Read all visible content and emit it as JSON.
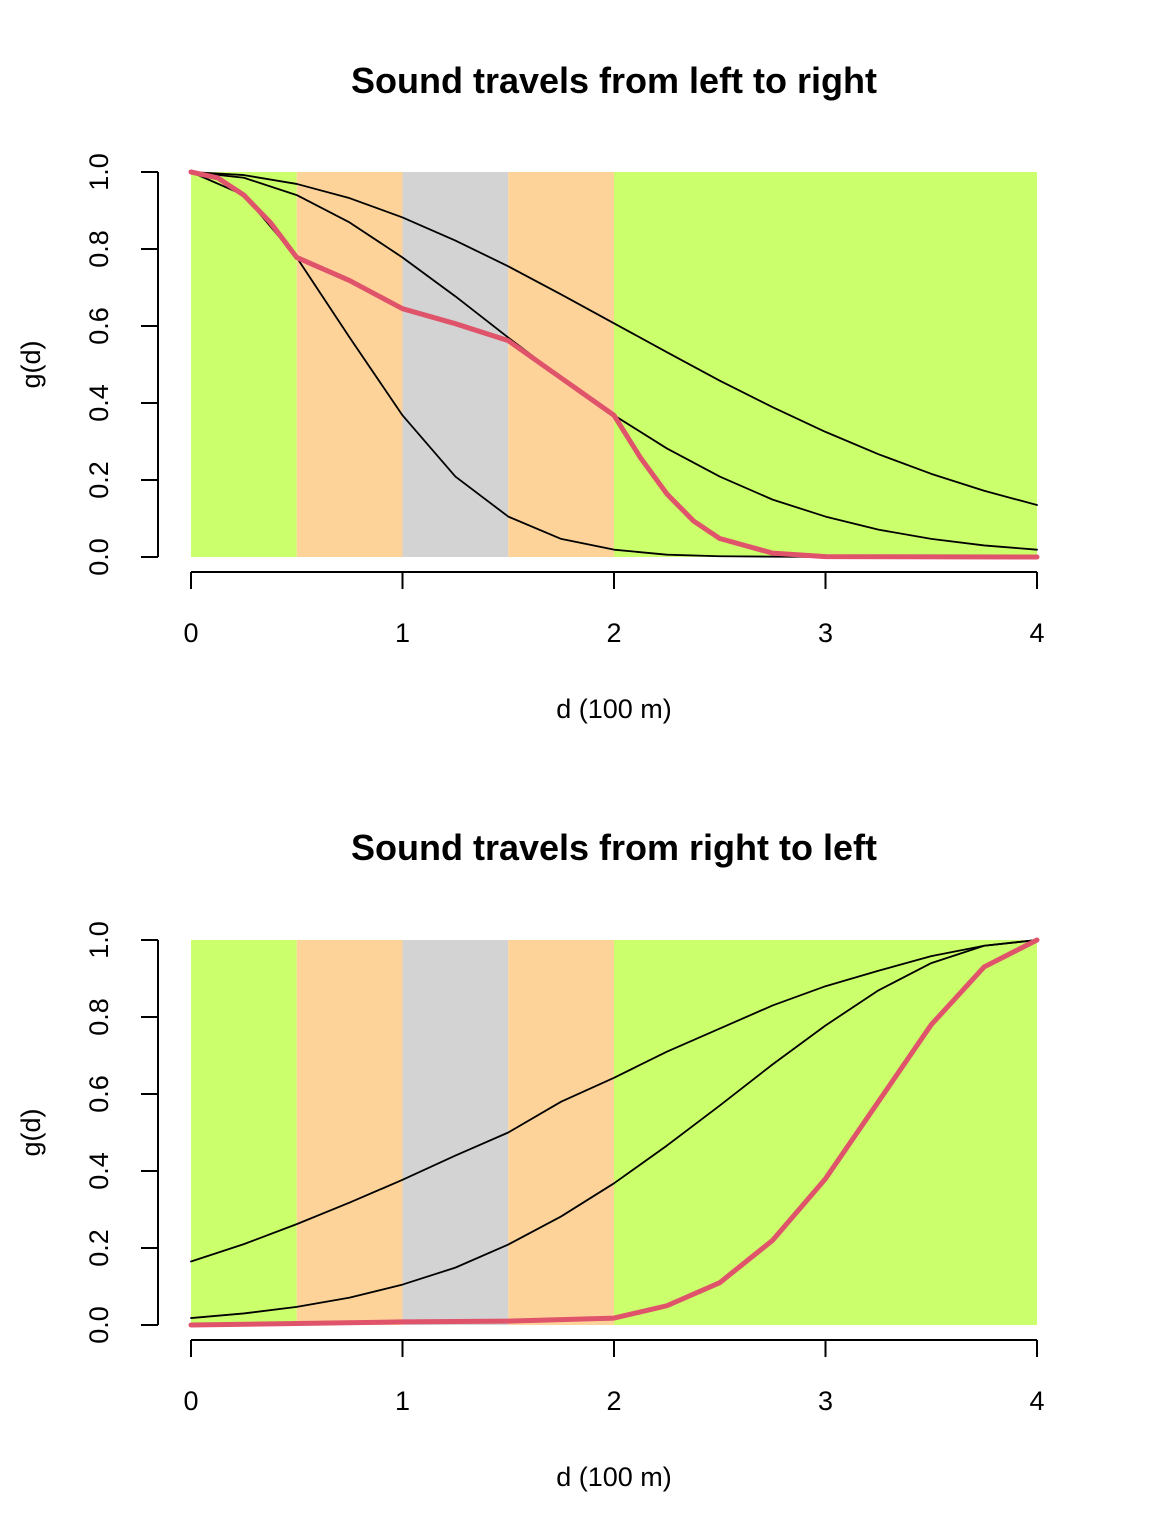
{
  "chart_data": [
    {
      "type": "line",
      "title": "Sound travels from left to right",
      "xlabel": "d (100 m)",
      "ylabel": "g(d)",
      "xlim": [
        0,
        4
      ],
      "ylim": [
        0,
        1
      ],
      "xticks": [
        "0",
        "1",
        "2",
        "3",
        "4"
      ],
      "yticks": [
        "0.0",
        "0.2",
        "0.4",
        "0.6",
        "0.8",
        "1.0"
      ],
      "grid": false,
      "legend": "none",
      "bands": [
        {
          "from": 0,
          "to": 0.5,
          "color": "#CCFF6C"
        },
        {
          "from": 0.5,
          "to": 1,
          "color": "#FDD39A"
        },
        {
          "from": 1,
          "to": 1.5,
          "color": "#D3D3D3"
        },
        {
          "from": 1.5,
          "to": 2,
          "color": "#FDD39A"
        },
        {
          "from": 2,
          "to": 4,
          "color": "#CCFF6C"
        }
      ],
      "series": [
        {
          "color": "#000000",
          "highlight": false,
          "points": [
            [
              0,
              1
            ],
            [
              0.25,
              0.985
            ],
            [
              0.5,
              0.94
            ],
            [
              0.75,
              0.869
            ],
            [
              1,
              0.778
            ],
            [
              1.25,
              0.677
            ],
            [
              1.5,
              0.57
            ],
            [
              1.75,
              0.466
            ],
            [
              2,
              0.368
            ],
            [
              2.25,
              0.282
            ],
            [
              2.5,
              0.209
            ],
            [
              2.75,
              0.149
            ],
            [
              3,
              0.105
            ],
            [
              3.25,
              0.071
            ],
            [
              3.5,
              0.047
            ],
            [
              3.75,
              0.03
            ],
            [
              4,
              0.019
            ]
          ]
        },
        {
          "color": "#000000",
          "highlight": false,
          "points": [
            [
              0,
              1
            ],
            [
              0.25,
              0.94
            ],
            [
              0.5,
              0.778
            ],
            [
              0.75,
              0.57
            ],
            [
              1,
              0.368
            ],
            [
              1.25,
              0.209
            ],
            [
              1.5,
              0.105
            ],
            [
              1.75,
              0.047
            ],
            [
              2,
              0.019
            ],
            [
              2.25,
              0.006
            ],
            [
              2.5,
              0.002
            ],
            [
              3,
              0.0
            ],
            [
              4,
              0.0
            ]
          ]
        },
        {
          "color": "#000000",
          "highlight": false,
          "points": [
            [
              0,
              1
            ],
            [
              0.25,
              0.992
            ],
            [
              0.5,
              0.969
            ],
            [
              0.75,
              0.932
            ],
            [
              1,
              0.882
            ],
            [
              1.25,
              0.822
            ],
            [
              1.5,
              0.755
            ],
            [
              1.75,
              0.682
            ],
            [
              2,
              0.607
            ],
            [
              2.25,
              0.532
            ],
            [
              2.5,
              0.458
            ],
            [
              2.75,
              0.389
            ],
            [
              3,
              0.325
            ],
            [
              3.25,
              0.267
            ],
            [
              3.5,
              0.216
            ],
            [
              3.75,
              0.172
            ],
            [
              4,
              0.135
            ]
          ]
        },
        {
          "color": "#DF536B",
          "highlight": true,
          "points": [
            [
              0,
              1
            ],
            [
              0.125,
              0.985
            ],
            [
              0.25,
              0.94
            ],
            [
              0.375,
              0.869
            ],
            [
              0.5,
              0.778
            ],
            [
              0.75,
              0.718
            ],
            [
              1,
              0.645
            ],
            [
              1.25,
              0.606
            ],
            [
              1.5,
              0.562
            ],
            [
              1.75,
              0.465
            ],
            [
              2,
              0.368
            ],
            [
              2.125,
              0.258
            ],
            [
              2.25,
              0.164
            ],
            [
              2.375,
              0.094
            ],
            [
              2.5,
              0.048
            ],
            [
              2.75,
              0.01
            ],
            [
              3,
              0.001
            ],
            [
              4,
              0.0
            ]
          ]
        }
      ]
    },
    {
      "type": "line",
      "title": "Sound travels from right to left",
      "xlabel": "d (100 m)",
      "ylabel": "g(d)",
      "xlim": [
        0,
        4
      ],
      "ylim": [
        0,
        1
      ],
      "xticks": [
        "0",
        "1",
        "2",
        "3",
        "4"
      ],
      "yticks": [
        "0.0",
        "0.2",
        "0.4",
        "0.6",
        "0.8",
        "1.0"
      ],
      "grid": false,
      "legend": "none",
      "bands": [
        {
          "from": 0,
          "to": 0.5,
          "color": "#CCFF6C"
        },
        {
          "from": 0.5,
          "to": 1,
          "color": "#FDD39A"
        },
        {
          "from": 1,
          "to": 1.5,
          "color": "#D3D3D3"
        },
        {
          "from": 1.5,
          "to": 2,
          "color": "#FDD39A"
        },
        {
          "from": 2,
          "to": 4,
          "color": "#CCFF6C"
        }
      ],
      "series": [
        {
          "color": "#000000",
          "highlight": false,
          "points": [
            [
              0,
              0.165
            ],
            [
              0.25,
              0.21
            ],
            [
              0.5,
              0.262
            ],
            [
              0.75,
              0.318
            ],
            [
              1,
              0.377
            ],
            [
              1.25,
              0.44
            ],
            [
              1.5,
              0.5
            ],
            [
              1.75,
              0.58
            ],
            [
              2,
              0.642
            ],
            [
              2.25,
              0.71
            ],
            [
              2.5,
              0.77
            ],
            [
              2.75,
              0.83
            ],
            [
              3,
              0.88
            ],
            [
              3.25,
              0.92
            ],
            [
              3.5,
              0.958
            ],
            [
              3.75,
              0.985
            ],
            [
              4,
              1
            ]
          ]
        },
        {
          "color": "#000000",
          "highlight": false,
          "points": [
            [
              0,
              0.018
            ],
            [
              0.25,
              0.03
            ],
            [
              0.5,
              0.047
            ],
            [
              0.75,
              0.071
            ],
            [
              1,
              0.105
            ],
            [
              1.25,
              0.149
            ],
            [
              1.5,
              0.209
            ],
            [
              1.75,
              0.282
            ],
            [
              2,
              0.368
            ],
            [
              2.25,
              0.466
            ],
            [
              2.5,
              0.57
            ],
            [
              2.75,
              0.677
            ],
            [
              3,
              0.778
            ],
            [
              3.25,
              0.869
            ],
            [
              3.5,
              0.94
            ],
            [
              3.75,
              0.985
            ],
            [
              4,
              1
            ]
          ]
        },
        {
          "color": "#DF536B",
          "highlight": true,
          "points": [
            [
              0,
              0
            ],
            [
              0.5,
              0.004
            ],
            [
              1,
              0.008
            ],
            [
              1.5,
              0.01
            ],
            [
              2,
              0.018
            ],
            [
              2.25,
              0.05
            ],
            [
              2.5,
              0.11
            ],
            [
              2.75,
              0.22
            ],
            [
              3,
              0.38
            ],
            [
              3.25,
              0.58
            ],
            [
              3.5,
              0.78
            ],
            [
              3.75,
              0.93
            ],
            [
              4,
              1
            ]
          ]
        }
      ]
    }
  ]
}
